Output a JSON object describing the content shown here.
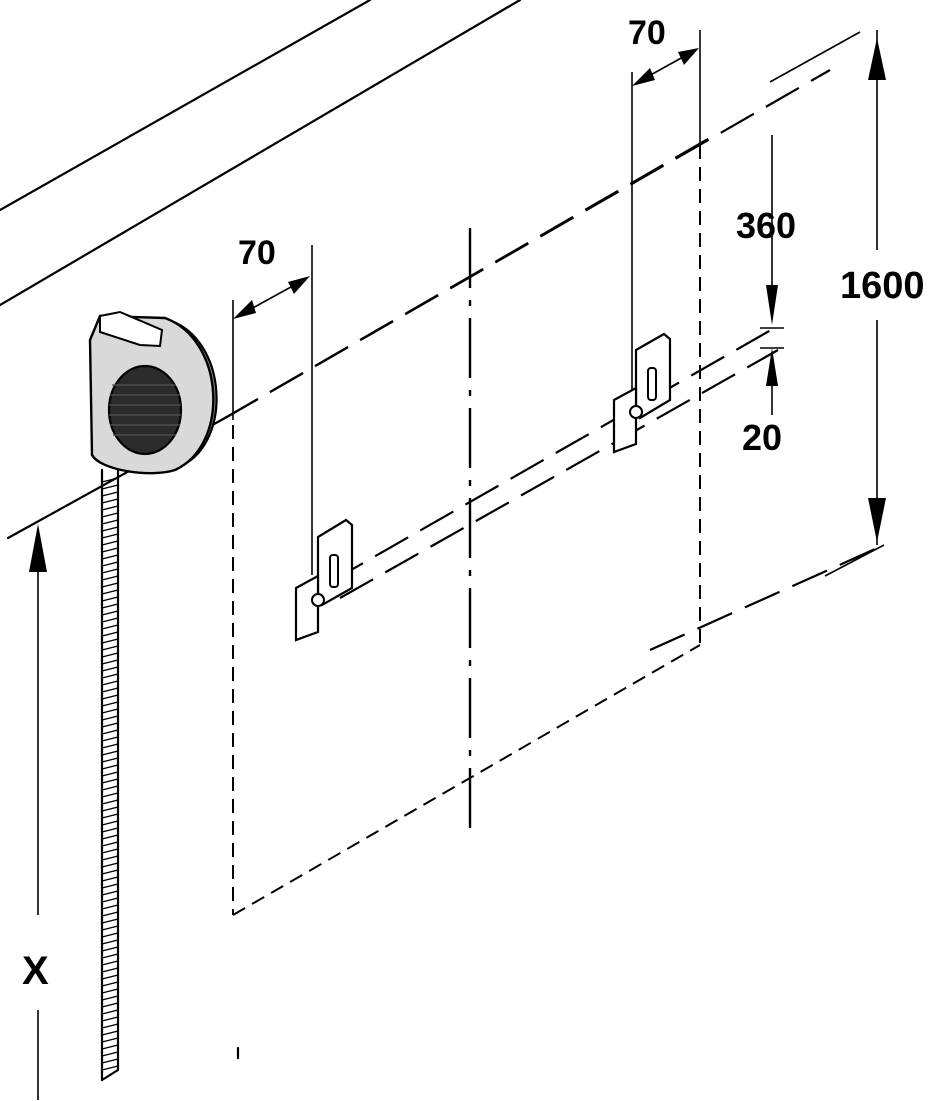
{
  "diagram": {
    "labels": {
      "offset_left": "70",
      "offset_right": "70",
      "drop_top": "360",
      "gap": "20",
      "height": "1600",
      "mount_height": "X"
    },
    "colors": {
      "line": "#000000",
      "fill": "#ffffff",
      "housing": "#d9d9d9",
      "housing_shadow": "#8c8c8c",
      "roller_face": "#2b2b2b"
    }
  }
}
